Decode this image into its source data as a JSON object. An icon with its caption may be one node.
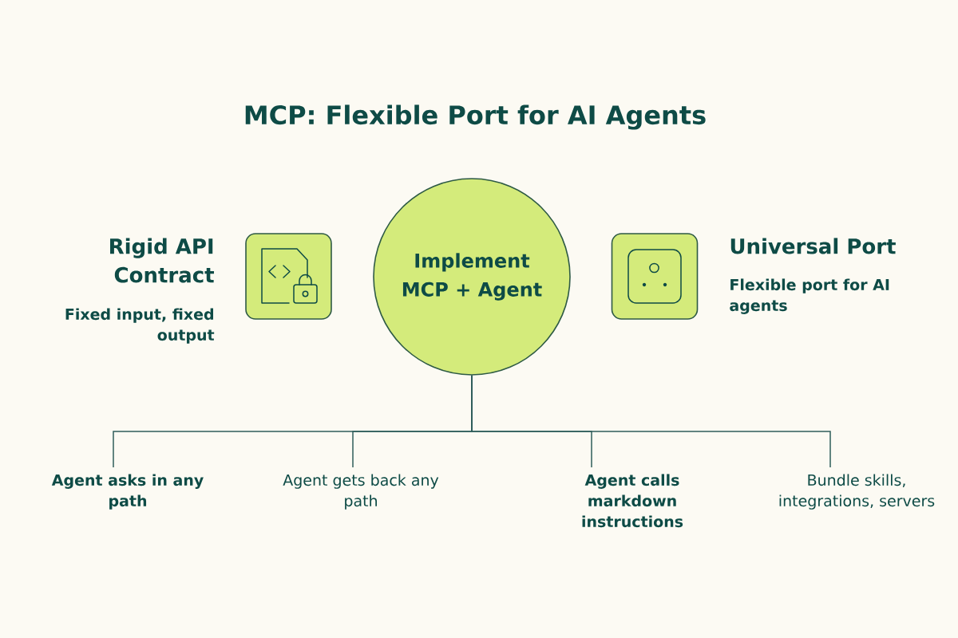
{
  "diagram": {
    "title": "MCP: Flexible Port for AI Agents",
    "nodes": [
      {
        "text": [],
        "shape": "box",
        "beside": [
          "Rigid API Contract",
          "Fixed input, fixed output"
        ]
      },
      {
        "text": [
          "Implement MCP + Agent"
        ]
      },
      {
        "text": [],
        "shape": "box",
        "beside": [
          "Universal Port",
          "Flexible port for AI agents"
        ]
      },
      {
        "text": [
          "Agent asks in any path"
        ]
      },
      {
        "text": [
          "Agent gets back any path"
        ]
      },
      {
        "text": [
          "Agent calls markdown instructions"
        ]
      },
      {
        "text": [
          "Bundle skills, integrations, servers"
        ]
      }
    ],
    "edges": [
      {
        "from": 1,
        "to": 3,
        "arrow": "none"
      },
      {
        "from": 1,
        "to": 4,
        "arrow": "none"
      },
      {
        "from": 1,
        "to": 5,
        "arrow": "none"
      },
      {
        "from": 1,
        "to": 6,
        "arrow": "none"
      }
    ]
  }
}
